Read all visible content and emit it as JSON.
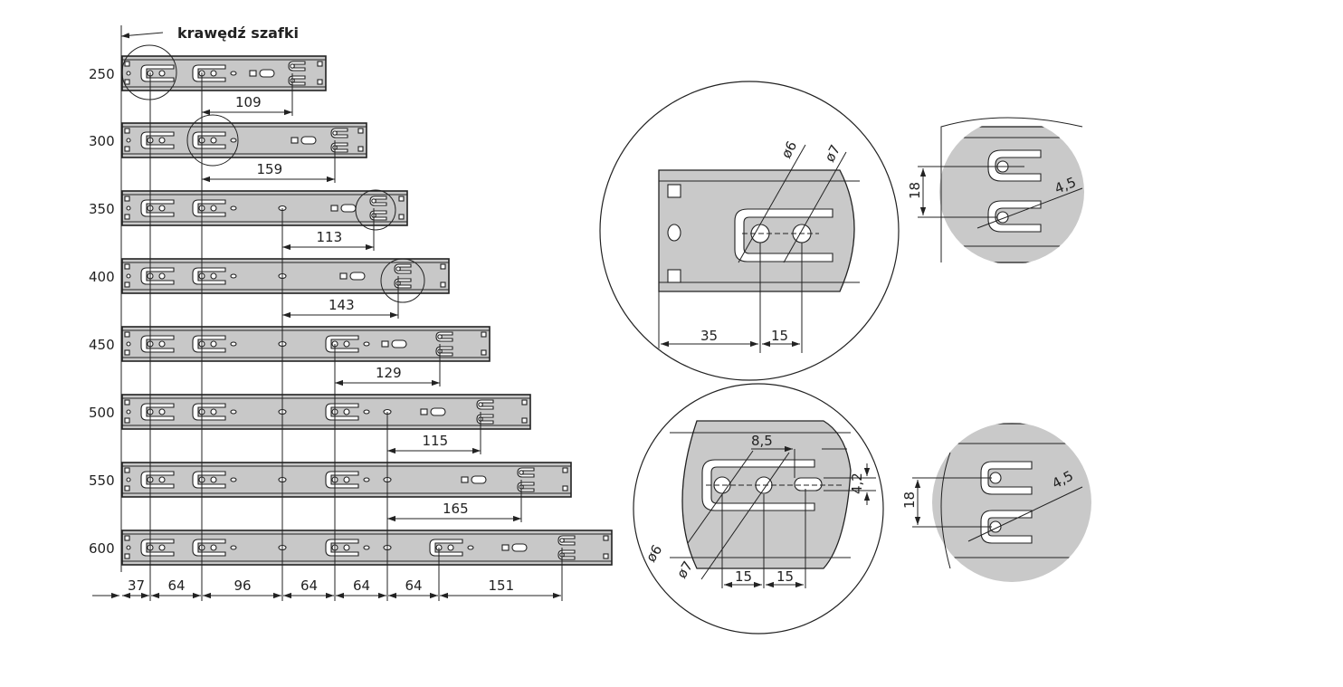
{
  "title": "krawędź szafki",
  "rails": [
    {
      "size": "250",
      "dim": "109"
    },
    {
      "size": "300",
      "dim": "159"
    },
    {
      "size": "350",
      "dim": "113"
    },
    {
      "size": "400",
      "dim": "143"
    },
    {
      "size": "450",
      "dim": "129"
    },
    {
      "size": "500",
      "dim": "115"
    },
    {
      "size": "550",
      "dim": "165"
    },
    {
      "size": "600",
      "dim": ""
    }
  ],
  "bottom_dims": [
    "37",
    "64",
    "96",
    "64",
    "64",
    "64",
    "151"
  ],
  "detail_top": {
    "d1": "ø6",
    "d2": "ø7",
    "w1": "35",
    "w2": "15"
  },
  "detail_top_right": {
    "h": "18",
    "d": "4,5"
  },
  "detail_bottom": {
    "d1": "ø6",
    "d2": "ø7",
    "w1": "15",
    "w2": "15",
    "slot_w": "8,5",
    "slot_h": "4,2"
  },
  "detail_bottom_right": {
    "h": "18",
    "d": "4,5"
  }
}
